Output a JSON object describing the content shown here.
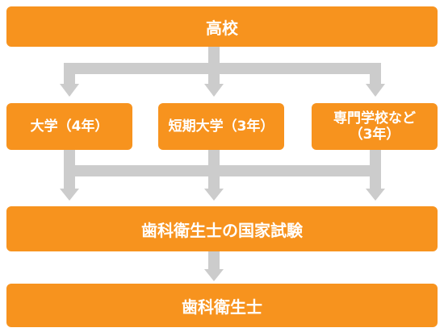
{
  "diagram": {
    "top": "高校",
    "schools": [
      "大学（4年）",
      "短期大学（3年）",
      "専門学校など\n（3年）"
    ],
    "exam": "歯科衛生士の国家試験",
    "result": "歯科衛生士"
  },
  "colors": {
    "box": "#f7931e",
    "text": "#ffffff",
    "arrow": "#cccccc"
  }
}
